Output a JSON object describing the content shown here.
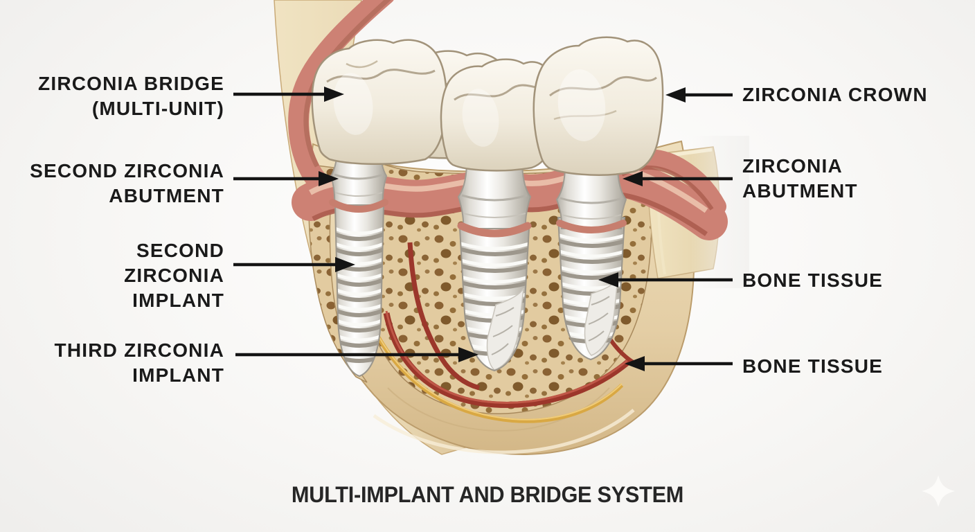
{
  "title": "MULTI-IMPLANT AND BRIDGE SYSTEM",
  "labels": {
    "left": [
      {
        "id": "zirconia-bridge",
        "lines": [
          "ZIRCONIA BRIDGE",
          "(MULTI-UNIT)"
        ]
      },
      {
        "id": "second-zirconia-abutment",
        "lines": [
          "SECOND ZIRCONIA",
          "ABUTMENT"
        ]
      },
      {
        "id": "second-zirconia-implant",
        "lines": [
          "SECOND",
          "ZIRCONIA",
          "IMPLANT"
        ]
      },
      {
        "id": "third-zirconia-implant",
        "lines": [
          "THIRD ZIRCONIA",
          "IMPLANT"
        ]
      }
    ],
    "right": [
      {
        "id": "zirconia-crown",
        "lines": [
          "ZIRCONIA CROWN"
        ]
      },
      {
        "id": "zirconia-abutment",
        "lines": [
          "ZIRCONIA",
          "ABUTMENT"
        ]
      },
      {
        "id": "bone-tissue-upper",
        "lines": [
          "BONE TISSUE"
        ]
      },
      {
        "id": "bone-tissue-lower",
        "lines": [
          "BONE TISSUE"
        ]
      }
    ]
  },
  "icons": {
    "sparkle": "four-point-sparkle"
  },
  "colors": {
    "label_text": "#1a1a1a",
    "title_text": "#262626",
    "background": "#f2f1ef",
    "arrow": "#141414",
    "bone_cortical": "#e8d6b0",
    "bone_trabecular_hole": "#8a6234",
    "gum": "#cd8174",
    "implant_ceramic": "#efede8",
    "blood_vessel": "#9c372b",
    "nerve": "#d9a843",
    "sparkle": "#fcfbf9"
  }
}
